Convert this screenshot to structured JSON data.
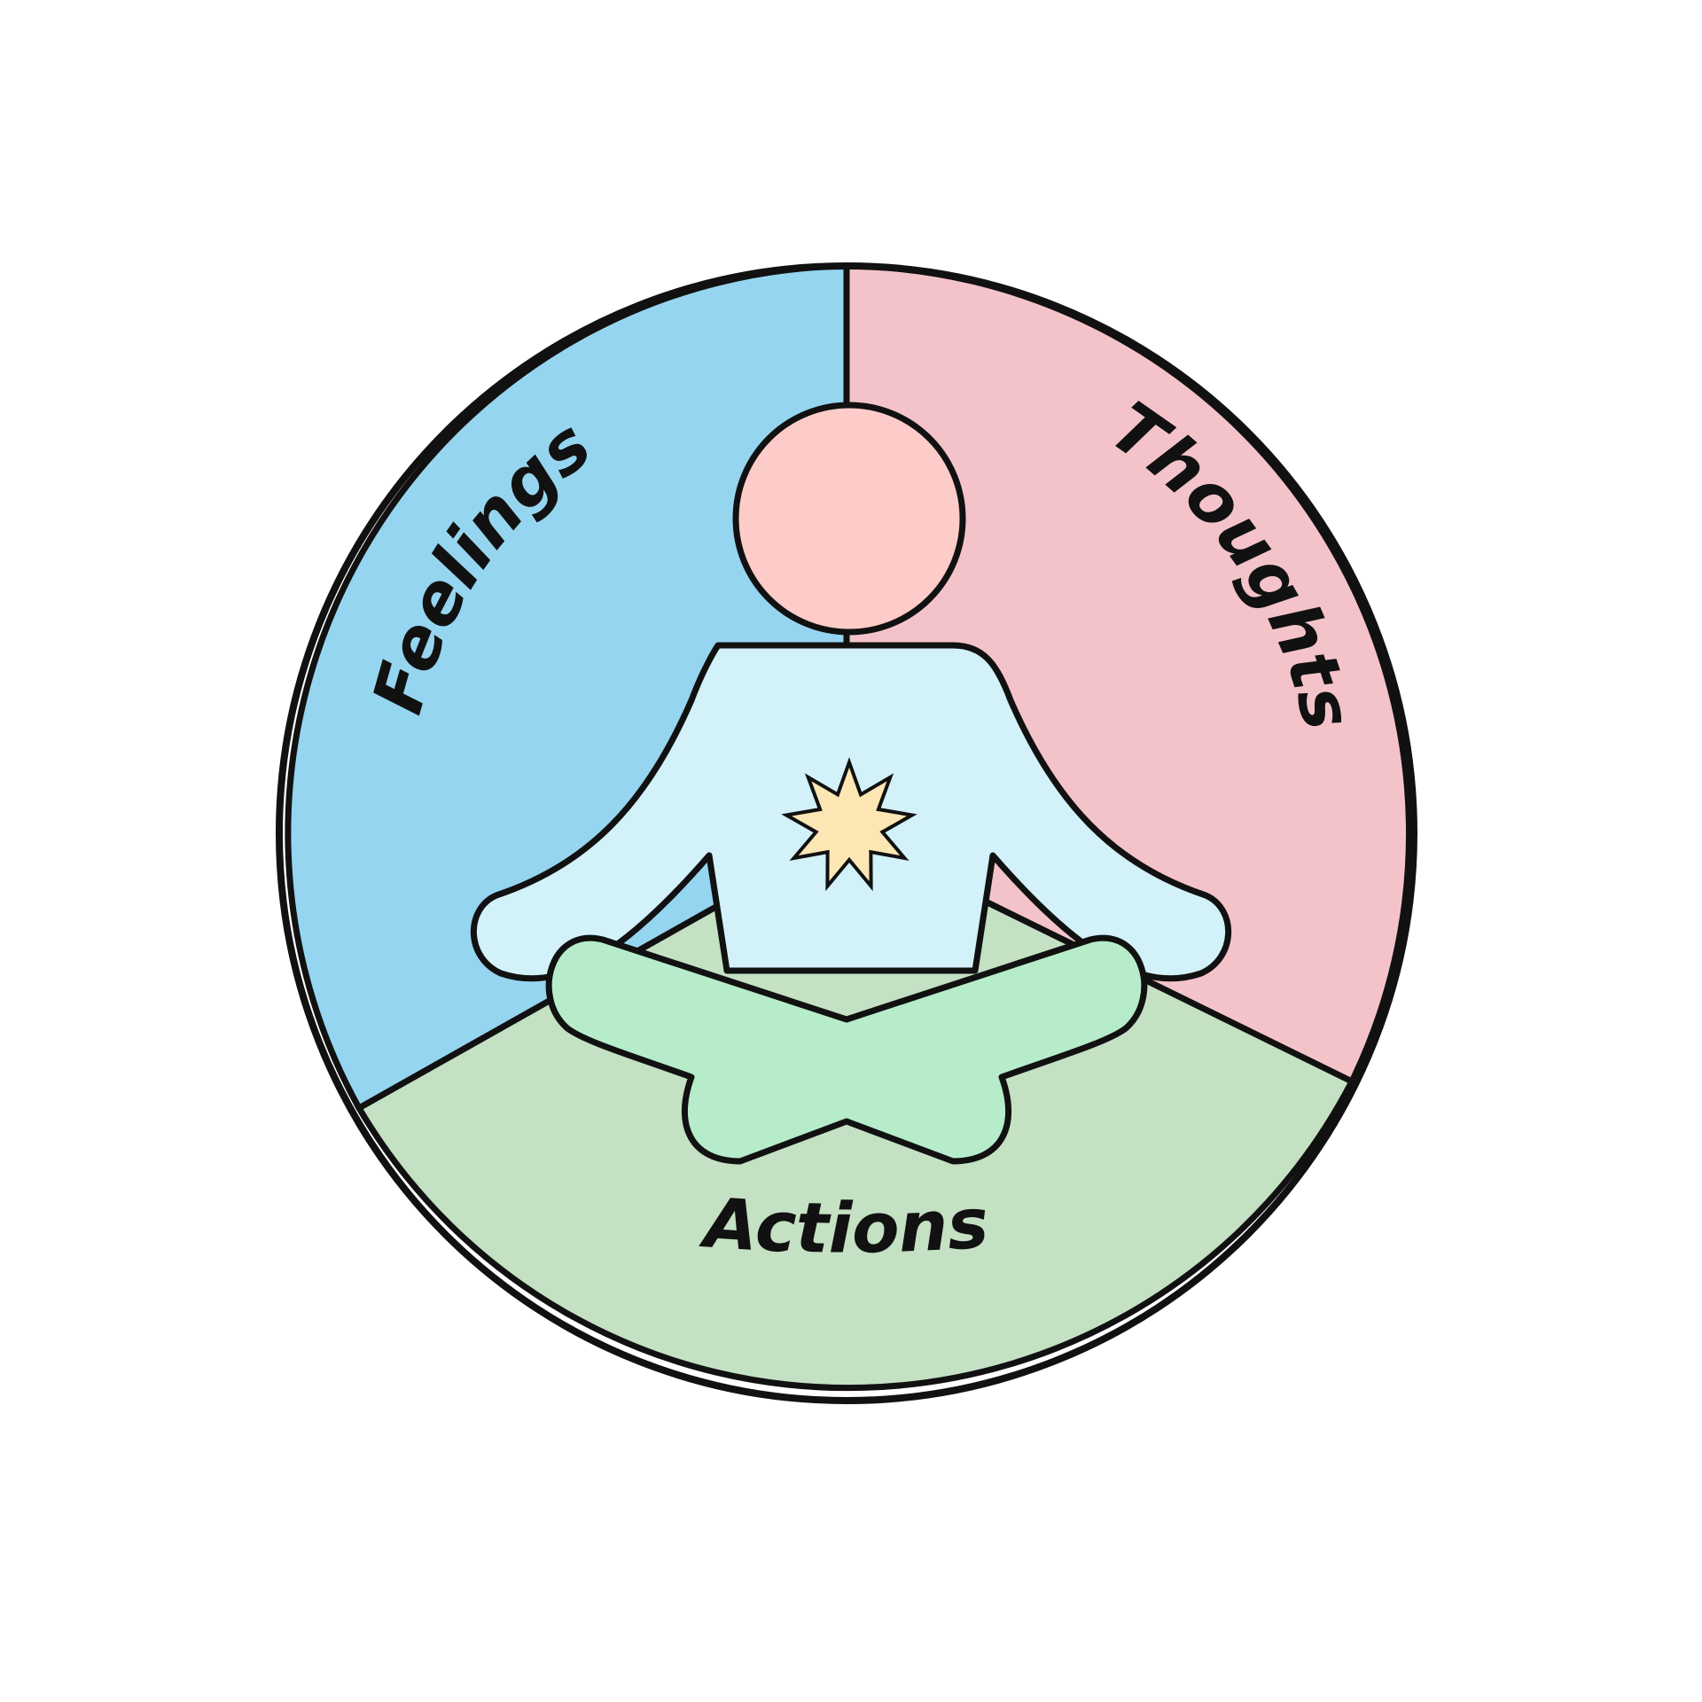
{
  "segments": [
    {
      "key": "feelings",
      "label": "Feelings",
      "color": "#96d5f0"
    },
    {
      "key": "thoughts",
      "label": "Thoughts",
      "color": "#f4c3ca"
    },
    {
      "key": "actions",
      "label": "Actions",
      "color": "#c4e1c3"
    }
  ],
  "figure": {
    "head_color": "#fdccc8",
    "torso_color": "#d2f1f8",
    "legs_color": "#b6ecc9",
    "star_color": "#fbe6b4",
    "outline_color": "#111111"
  }
}
